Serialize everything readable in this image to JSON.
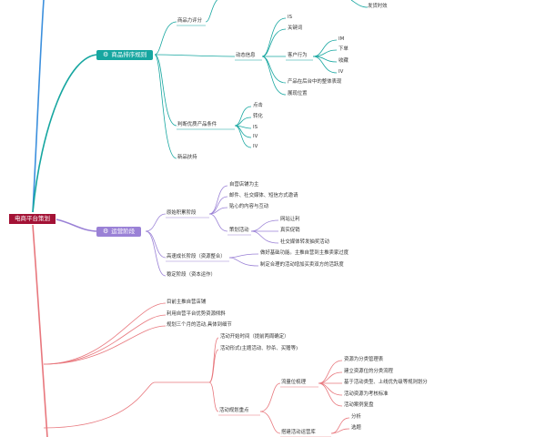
{
  "colors": {
    "root": "#a31235",
    "teal": "#16a6a0",
    "purple": "#9a81d6",
    "red": "#e8777d",
    "blue": "#3b8fdd"
  },
  "root": "电商平台策划",
  "branch1": {
    "title": "商品排序规则",
    "icon": "gear-icon",
    "top_item": "发货时效",
    "product_score": "商品力评分",
    "dynamic_info": {
      "label": "动态信息",
      "items": [
        "IS",
        "关键词"
      ],
      "behavior": {
        "label": "客户行为",
        "items": [
          "IM",
          "下单",
          "收藏",
          "IV"
        ]
      },
      "extra": [
        "产品在后台中的整体表现",
        "展现位置"
      ]
    },
    "quality": {
      "label": "判断优质产品条件",
      "items": [
        "点击",
        "转化",
        "IS",
        "IV",
        "IV"
      ]
    },
    "new_support": "新品扶持"
  },
  "branch2": {
    "title": "运营阶段",
    "icon": "gear-icon",
    "primitive": {
      "label": "原始积累阶段",
      "items": [
        "自营店铺为主",
        "邮件、社交媒体、短信方式邀请",
        "贴心的内容与互动"
      ],
      "plan": {
        "label": "策划活动",
        "items": [
          "网站让利",
          "真实促销",
          "社交媒体转发抽奖活动"
        ]
      }
    },
    "growth": {
      "label": "高速成长阶段（资源整合）",
      "items": [
        "做好基础功能。主推自营到主推卖家过度",
        "制定合理的活动增加买卖双方的活跃度"
      ]
    },
    "stable": "稳定阶段（资本运作）"
  },
  "branch3": {
    "items": [
      "目前主推自营店铺",
      "利用自营平台优势资源倾斜",
      "规划三个月的活动,具体到细节"
    ],
    "activity": {
      "items": [
        "活动开始时间（提前两周确定）",
        "活动形式(主题活动、秒杀、买赠等)"
      ],
      "focus": {
        "label": "活动规划重点",
        "traffic": {
          "label": "流量位梳理",
          "items": [
            "资源为分类管理表",
            "建立资源位的分类流程",
            "基于活动类型、上线优先级等规则划分",
            "活动资源为考核标准",
            "活动案例复盘"
          ]
        },
        "ops": {
          "label": "搭建活动运营库",
          "items": [
            "分析",
            "选题"
          ]
        }
      }
    }
  }
}
